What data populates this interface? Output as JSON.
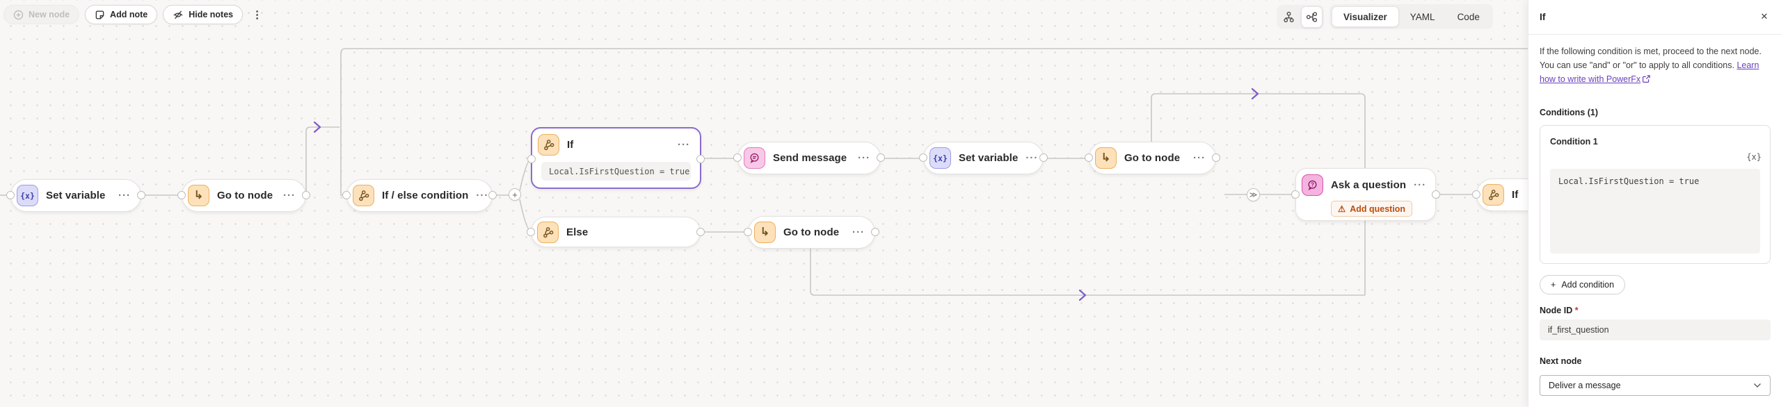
{
  "toolbar": {
    "new_node": "New node",
    "add_note": "Add note",
    "hide_notes": "Hide notes"
  },
  "view_tabs": [
    {
      "label": "Visualizer",
      "active": true
    },
    {
      "label": "YAML",
      "active": false
    },
    {
      "label": "Code",
      "active": false
    }
  ],
  "icons": {
    "plus": "+",
    "menu": "···",
    "overflow": "⋮",
    "jump": "≫",
    "go_to": "↳",
    "set_variable": "{x}",
    "fx": "{x}",
    "close": "✕",
    "warning": "⚠",
    "question": "?"
  },
  "canvas": {
    "nodes": [
      {
        "id": "set-variable-1",
        "label": "Set variable"
      },
      {
        "id": "go-to-node-1",
        "label": "Go to node"
      },
      {
        "id": "if-else-condition",
        "label": "If / else condition"
      },
      {
        "id": "if-selected",
        "label": "If",
        "expression": "Local.IsFirstQuestion = true"
      },
      {
        "id": "send-message",
        "label": "Send message"
      },
      {
        "id": "set-variable-2",
        "label": "Set variable"
      },
      {
        "id": "go-to-node-2",
        "label": "Go to node"
      },
      {
        "id": "else",
        "label": "Else"
      },
      {
        "id": "go-to-node-3",
        "label": "Go to node"
      },
      {
        "id": "ask-a-question",
        "label": "Ask a question",
        "warning": "Add question"
      },
      {
        "id": "if-partial",
        "label": "If"
      }
    ]
  },
  "panel": {
    "title": "If",
    "description": "If the following condition is met, proceed to the next node. You can use \"and\" or \"or\" to apply to all conditions. ",
    "link": "Learn how to write with PowerFx",
    "conditions_header": "Conditions (1)",
    "condition": {
      "title": "Condition 1",
      "expression": "Local.IsFirstQuestion = true"
    },
    "add_condition": "Add condition",
    "node_id": {
      "label": "Node ID",
      "required": "*",
      "value": "if_first_question"
    },
    "next_node": {
      "label": "Next node",
      "value": "Deliver a message"
    }
  },
  "colors": {
    "accent_purple": "#7e5cc8",
    "edge_gray": "#c9c7c4",
    "warning_text": "#bc4d0d",
    "orange_icon": "#edb05c",
    "pink_icon": "#e478c0",
    "purple_icon": "#9c9bea"
  }
}
